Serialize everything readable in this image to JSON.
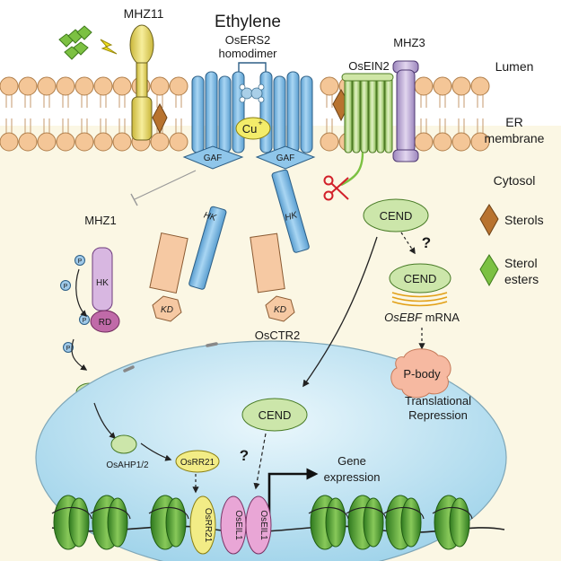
{
  "title": "Ethylene",
  "compartments": {
    "lumen": "Lumen",
    "er_membrane": [
      "ER",
      "membrane"
    ],
    "cytosol": "Cytosol"
  },
  "legend": {
    "sterols": "Sterols",
    "sterol_esters": [
      "Sterol",
      "esters"
    ],
    "sterol_color": "#b8732f",
    "ester_color": "#7cc142"
  },
  "receptor": {
    "label": [
      "OsERS2",
      "homodimer"
    ],
    "cofactor": "Cu",
    "cofactor_charge": "+",
    "domains": {
      "gaf": "GAF",
      "hk": "HK"
    }
  },
  "kinase": {
    "name": "OsCTR2",
    "domain": "KD"
  },
  "mhz11": "MHZ11",
  "mhz3": "MHZ3",
  "osein2": "OsEIN2",
  "mhz1": {
    "name": "MHZ1",
    "domains": {
      "hk": "HK",
      "rd": "RD"
    }
  },
  "phosphate": "P",
  "osahp": "OsAHP1/2",
  "osrr21": "OsRR21",
  "oseil1": "OsEIL1",
  "cend": "CEND",
  "unknown_mark": "?",
  "mrna": {
    "gene": "OsEBF",
    "suffix": " mRNA"
  },
  "pbody": "P-body",
  "repression": [
    "Translational",
    "Repression"
  ],
  "gene_expression": [
    "Gene",
    "expression"
  ],
  "colors": {
    "cytosol": "#fbf7e4",
    "lipid_head": "#f4c697",
    "nucleus": "#bfe3f2",
    "receptor": "#8fc6ea",
    "ctr2": "#f6c9a3",
    "ein2": "#cfe6a6",
    "mhz3": "#c6b2da",
    "mhz11": "#efe27c",
    "cend": "#cce6aa",
    "nucleosome": "#4d9a32",
    "rr21": "#f2ec86",
    "eil1": "#e9a6d6",
    "pbody": "#f6b9a1",
    "scissors": "#d2202a",
    "question": "#d2202a"
  }
}
